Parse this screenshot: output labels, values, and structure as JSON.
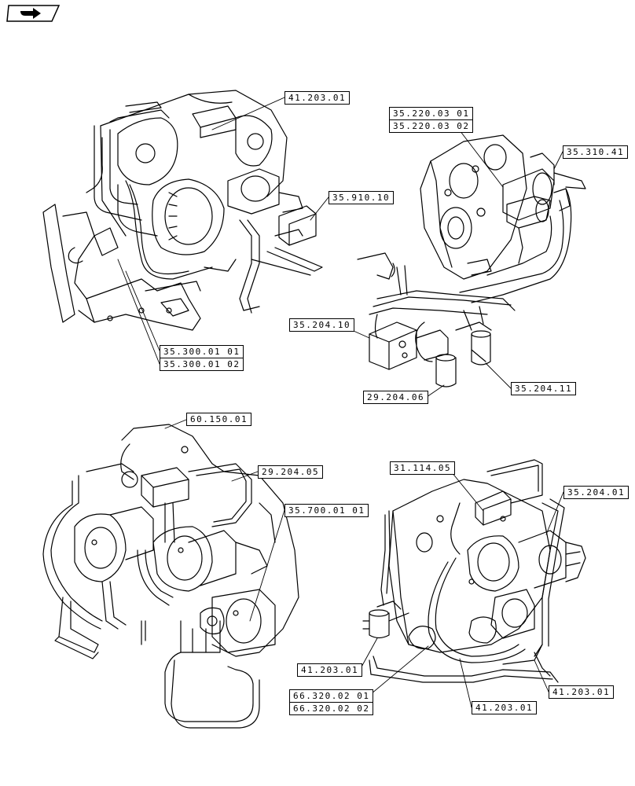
{
  "colors": {
    "line": "#000000",
    "background": "#ffffff"
  },
  "nav_icon": "forward-arrow-icon",
  "callouts": {
    "c1": "41.203.01",
    "c2a": "35.220.03 01",
    "c2b": "35.220.03 02",
    "c3": "35.310.41",
    "c4": "35.910.10",
    "c5": "35.204.10",
    "c6a": "35.300.01 01",
    "c6b": "35.300.01 02",
    "c7": "29.204.06",
    "c8": "35.204.11",
    "c9": "60.150.01",
    "c10": "29.204.05",
    "c11": "35.700.01 01",
    "c12": "31.114.05",
    "c13": "35.204.01",
    "c14": "41.203.01",
    "c15a": "66.320.02 01",
    "c15b": "66.320.02 02",
    "c16": "41.203.01",
    "c17": "41.203.01"
  }
}
